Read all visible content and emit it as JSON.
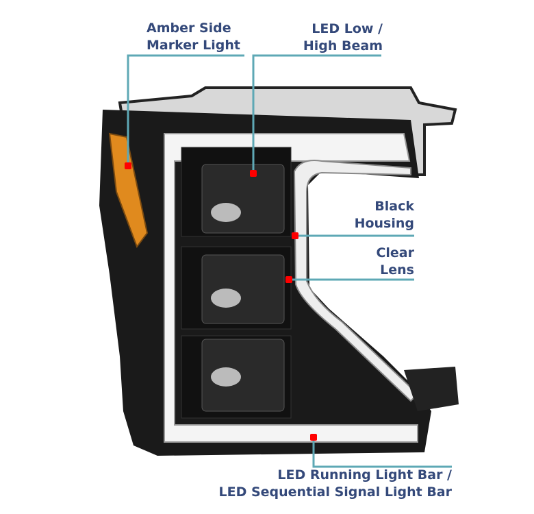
{
  "labels": {
    "amber": [
      "Amber Side",
      "Marker Light"
    ],
    "led_beam": [
      "LED Low /",
      "High Beam"
    ],
    "housing": [
      "Black",
      "Housing"
    ],
    "lens": [
      "Clear",
      "Lens"
    ],
    "running": [
      "LED Running Light Bar /",
      "LED Sequential Signal Light Bar"
    ]
  },
  "colors": {
    "text": "#34497a",
    "leader": "#5ea8b5",
    "marker": "#ff0000",
    "amber": "#e08a1e"
  }
}
